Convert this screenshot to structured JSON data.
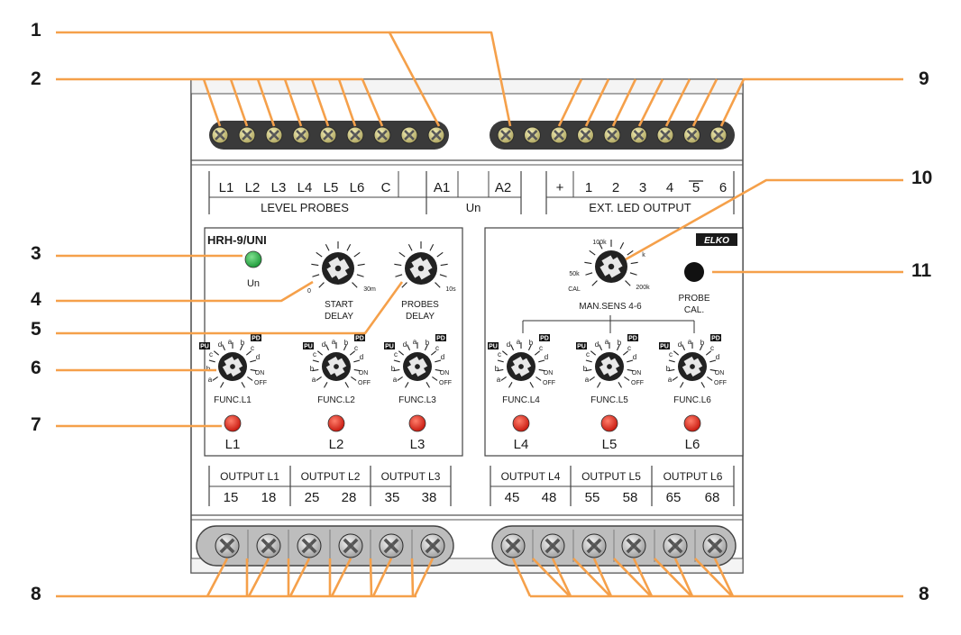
{
  "callouts": {
    "c1": "1",
    "c2": "2",
    "c3": "3",
    "c4": "4",
    "c5": "5",
    "c6": "6",
    "c7": "7",
    "c8a": "8",
    "c8b": "8",
    "c9": "9",
    "c10": "10",
    "c11": "11"
  },
  "strips": {
    "top": {
      "level_probes_terminals": [
        "L1",
        "L2",
        "L3",
        "L4",
        "L5",
        "L6",
        "C"
      ],
      "level_probes_title": "LEVEL PROBES",
      "supply_terminals": [
        "A1",
        "A2"
      ],
      "supply_title": "Un",
      "ext_led_terminals": [
        "+",
        "1",
        "2",
        "3",
        "4",
        "5",
        "6"
      ],
      "ext_led_title": "EXT. LED OUTPUT"
    },
    "bottom": {
      "outputs": [
        {
          "title": "OUTPUT L1",
          "pins": [
            "15",
            "18"
          ]
        },
        {
          "title": "OUTPUT L2",
          "pins": [
            "25",
            "28"
          ]
        },
        {
          "title": "OUTPUT L3",
          "pins": [
            "35",
            "38"
          ]
        },
        {
          "title": "OUTPUT L4",
          "pins": [
            "45",
            "48"
          ]
        },
        {
          "title": "OUTPUT L5",
          "pins": [
            "55",
            "58"
          ]
        },
        {
          "title": "OUTPUT L6",
          "pins": [
            "65",
            "68"
          ]
        }
      ]
    }
  },
  "left_panel": {
    "model": "HRH-9/UNI",
    "power_led_label": "Un",
    "start_delay": {
      "line1": "START",
      "line2": "DELAY",
      "min": "0",
      "max": "30m"
    },
    "probes_delay": {
      "line1": "PROBES",
      "line2": "DELAY",
      "max": "10s"
    },
    "func_labels": [
      "FUNC.L1",
      "FUNC.L2",
      "FUNC.L3"
    ],
    "led_labels": [
      "L1",
      "L2",
      "L3"
    ]
  },
  "right_panel": {
    "brand": "ELKO",
    "sens": {
      "label": "MAN.SENS 4-6",
      "t100": "100k",
      "t50": "50k",
      "tk": "k",
      "cal": "CAL",
      "t200": "200k"
    },
    "probe_cal": {
      "line1": "PROBE",
      "line2": "CAL."
    },
    "func_labels": [
      "FUNC.L4",
      "FUNC.L5",
      "FUNC.L6"
    ],
    "led_labels": [
      "L4",
      "L5",
      "L6"
    ]
  },
  "func_knob_marks": {
    "pu": "PU",
    "pd": "PD",
    "a": "a",
    "b": "b",
    "c": "c",
    "d": "d",
    "on": "ON",
    "off": "OFF"
  },
  "colors": {
    "callout_line": "#f5a04a",
    "terminal_bar": "#3a3a3a",
    "screw": "#d8d08a",
    "led_green": "#2db34a",
    "led_red": "#e0281e",
    "knob": "#222222"
  }
}
